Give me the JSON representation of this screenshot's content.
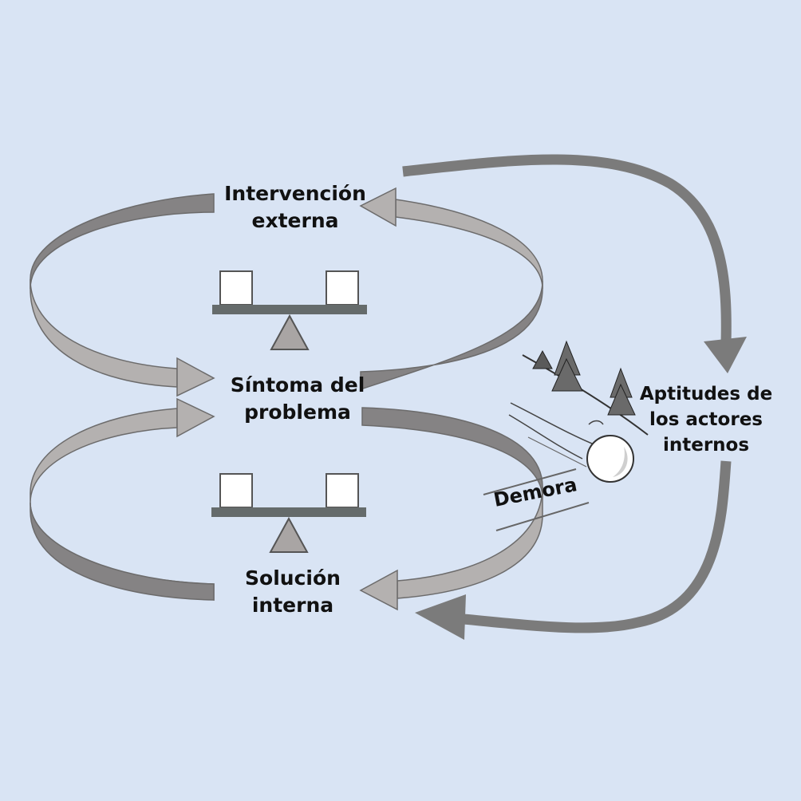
{
  "labels": {
    "intervencion": [
      "Intervención",
      "externa"
    ],
    "sintoma": [
      "Síntoma del",
      "problema"
    ],
    "solucion": [
      "Solución",
      "interna"
    ],
    "aptitudes": [
      "Aptitudes de",
      "los actores",
      "internos"
    ],
    "demora": "Demora"
  },
  "colors": {
    "background": "#d9e4f4",
    "loop_dark": "#858384",
    "loop_light": "#b4b1b0",
    "big_arrow": "#7b7b7b",
    "seesaw_beam": "#656b6b",
    "seesaw_fulcrum": "#a9a5a4",
    "weight_box": "#ffffff"
  },
  "icons": [
    "seesaw-balanced-icon",
    "snowball-icon",
    "pine-tree-icon"
  ]
}
